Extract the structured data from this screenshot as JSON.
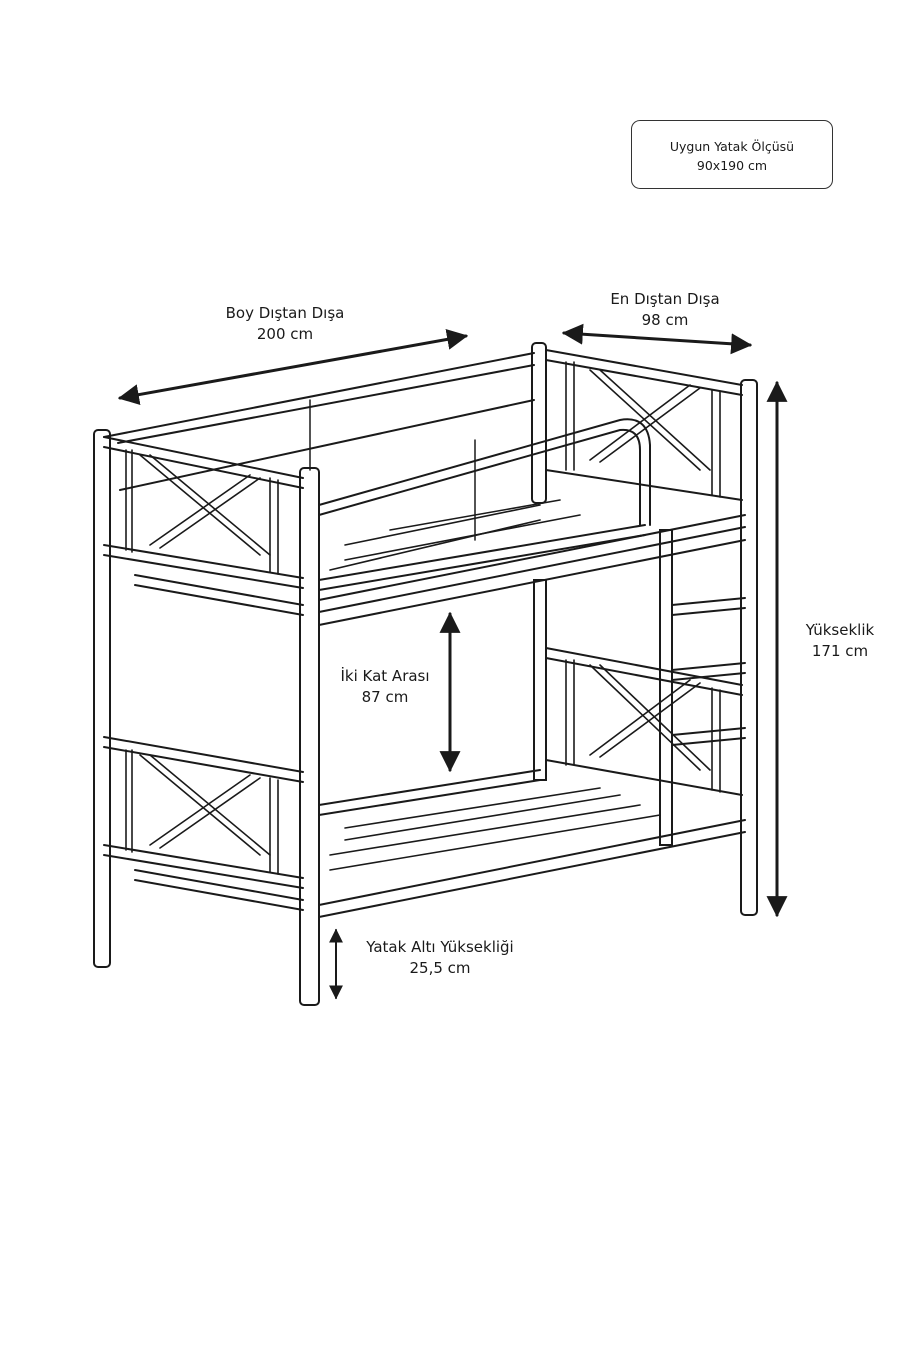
{
  "mattress_box": {
    "title": "Uygun Yatak Ölçüsü",
    "value": "90x190 cm"
  },
  "dimensions": {
    "length": {
      "label": "Boy Dıştan Dışa",
      "value": "200 cm"
    },
    "width": {
      "label": "En Dıştan Dışa",
      "value": "98 cm"
    },
    "height": {
      "label": "Yükseklik",
      "value": "171 cm"
    },
    "between_levels": {
      "label": "İki Kat Arası",
      "value": "87 cm"
    },
    "under_bed": {
      "label": "Yatak Altı Yüksekliği",
      "value": "25,5 cm"
    }
  },
  "colors": {
    "line": "#1a1a1a",
    "background": "#ffffff"
  }
}
